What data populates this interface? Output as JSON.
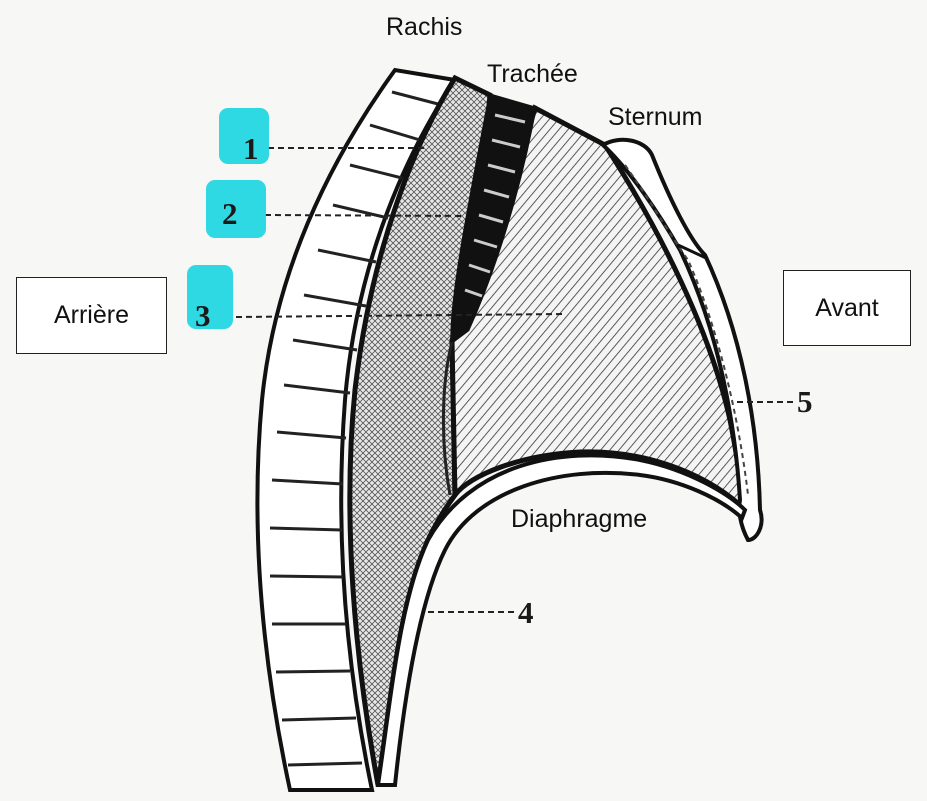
{
  "labels": {
    "rachis": "Rachis",
    "trachee": "Trachée",
    "sternum": "Sternum",
    "diaphragme": "Diaphragme",
    "arriere": "Arrière",
    "avant": "Avant"
  },
  "markers": [
    "1",
    "2",
    "3",
    "4",
    "5"
  ],
  "colors": {
    "highlight": "#23d7e1",
    "ink": "#111111",
    "bone": "#ffffff",
    "background": "#f7f7f5"
  }
}
